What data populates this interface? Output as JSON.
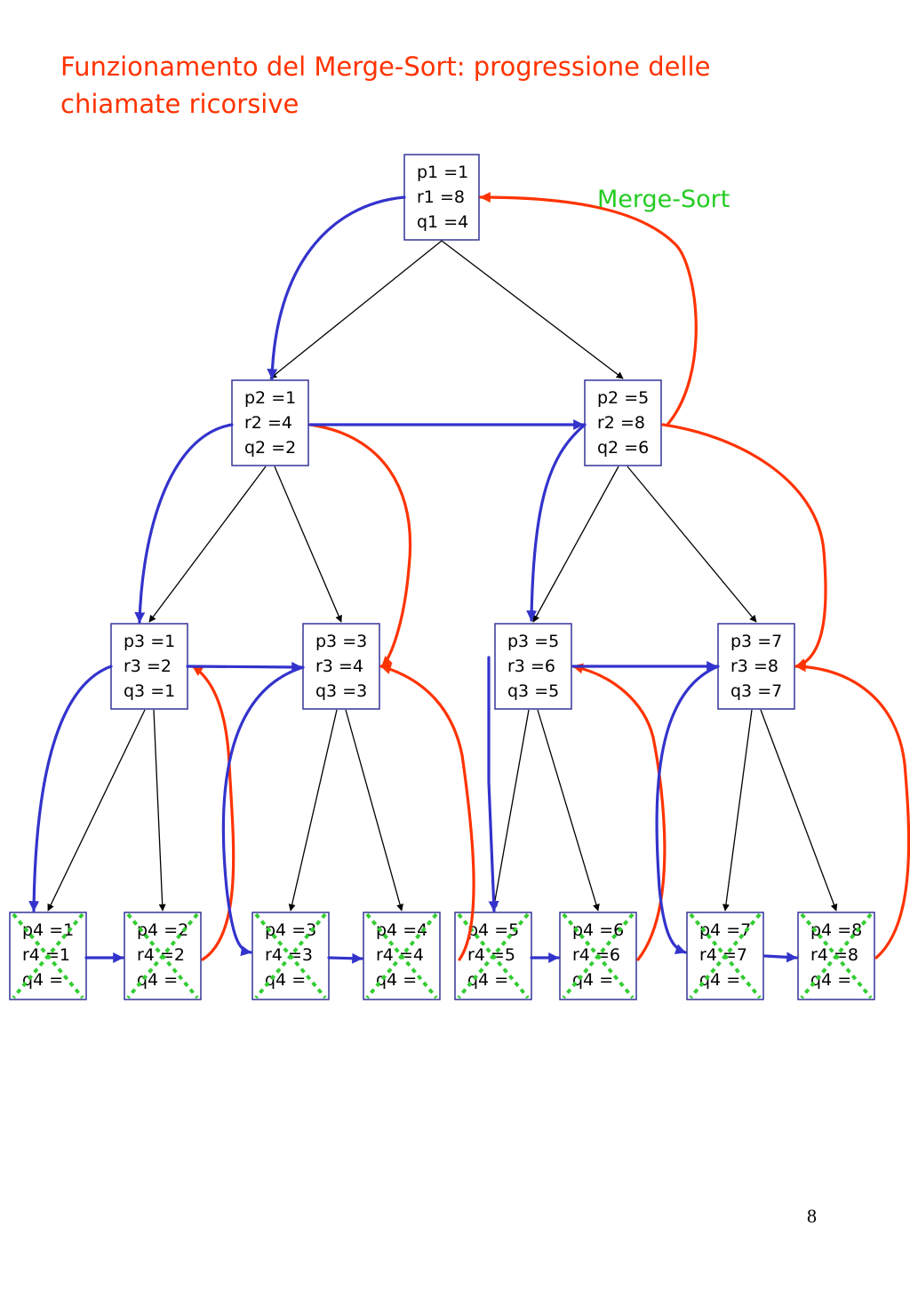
{
  "title": {
    "line1": "Funzionamento del Merge-Sort: progressione delle",
    "line2": "chiamate ricorsive"
  },
  "merge_label": "Merge-Sort",
  "page_number": "8",
  "colors": {
    "title": "#ff3300",
    "merge_label": "#22cc22",
    "call_arrow": "#3333cc",
    "return_arrow": "#ff3300",
    "node_border": "#333399",
    "tree_edge": "#000000",
    "cross": "#33cc33"
  },
  "levels": [
    [
      {
        "p": "p1 =1",
        "r": "r1 =8",
        "q": "q1 =4"
      }
    ],
    [
      {
        "p": "p2 =1",
        "r": "r2 =4",
        "q": "q2 =2"
      },
      {
        "p": "p2 =5",
        "r": "r2 =8",
        "q": "q2 =6"
      }
    ],
    [
      {
        "p": "p3 =1",
        "r": "r3 =2",
        "q": "q3 =1"
      },
      {
        "p": "p3 =3",
        "r": "r3 =4",
        "q": "q3 =3"
      },
      {
        "p": "p3 =5",
        "r": "r3 =6",
        "q": "q3 =5"
      },
      {
        "p": "p3 =7",
        "r": "r3 =8",
        "q": "q3 =7"
      }
    ],
    [
      {
        "p": "p4 =1",
        "r": "r4 =1",
        "q": "q4 =",
        "crossed": true
      },
      {
        "p": "p4 =2",
        "r": "r4 =2",
        "q": "q4 =",
        "crossed": true
      },
      {
        "p": "p4 =3",
        "r": "r4 =3",
        "q": "q4 =",
        "crossed": true
      },
      {
        "p": "p4 =4",
        "r": "r4 =4",
        "q": "q4 =",
        "crossed": true
      },
      {
        "p": "p4 =5",
        "r": "r4 =5",
        "q": "q4 =",
        "crossed": true
      },
      {
        "p": "p4 =6",
        "r": "r4 =6",
        "q": "q4 =",
        "crossed": true
      },
      {
        "p": "p4 =7",
        "r": "r4 =7",
        "q": "q4 =",
        "crossed": true
      },
      {
        "p": "p4 =8",
        "r": "r4 =8",
        "q": "q4 =",
        "crossed": true
      }
    ]
  ]
}
